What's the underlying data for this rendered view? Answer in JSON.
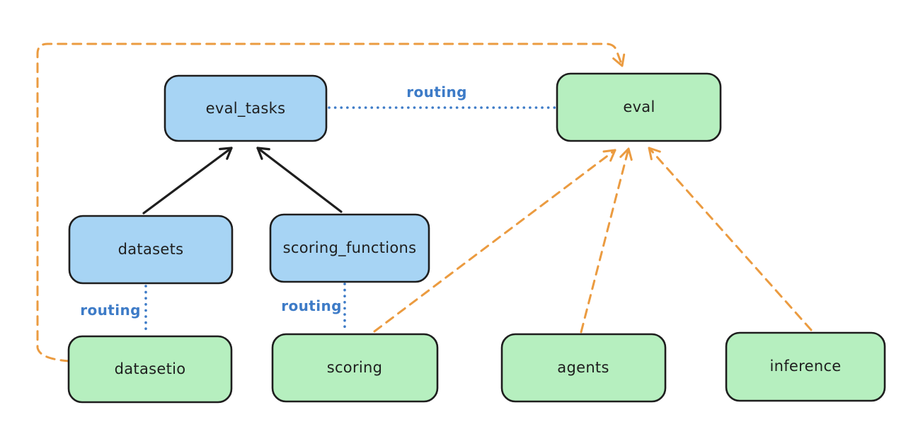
{
  "diagram": {
    "background": "#ffffff",
    "colors": {
      "node_stroke": "#1e1e1e",
      "api_blue_fill": "#a7d4f4",
      "provider_green_fill": "#b6efbf",
      "routing_blue": "#3d7bc7",
      "arrow_black": "#1e1e1e",
      "arrow_orange": "#eb9b40"
    },
    "nodes": {
      "eval_tasks": {
        "label": "eval_tasks",
        "fill": "#a7d4f4"
      },
      "eval": {
        "label": "eval",
        "fill": "#b6efbf"
      },
      "datasets": {
        "label": "datasets",
        "fill": "#a7d4f4"
      },
      "scoring_functions": {
        "label": "scoring_functions",
        "fill": "#a7d4f4"
      },
      "datasetio": {
        "label": "datasetio",
        "fill": "#b6efbf"
      },
      "scoring": {
        "label": "scoring",
        "fill": "#b6efbf"
      },
      "agents": {
        "label": "agents",
        "fill": "#b6efbf"
      },
      "inference": {
        "label": "inference",
        "fill": "#b6efbf"
      }
    },
    "edges": [
      {
        "from": "datasets",
        "to": "eval_tasks",
        "style": "solid-arrow",
        "color": "#1e1e1e",
        "label": ""
      },
      {
        "from": "scoring_functions",
        "to": "eval_tasks",
        "style": "solid-arrow",
        "color": "#1e1e1e",
        "label": ""
      },
      {
        "from": "eval_tasks",
        "to": "eval",
        "style": "dotted-line",
        "color": "#3d7bc7",
        "label": "routing"
      },
      {
        "from": "datasets",
        "to": "datasetio",
        "style": "dotted-line",
        "color": "#3d7bc7",
        "label": "routing"
      },
      {
        "from": "scoring_functions",
        "to": "scoring",
        "style": "dotted-line",
        "color": "#3d7bc7",
        "label": "routing"
      },
      {
        "from": "datasetio",
        "to": "eval",
        "style": "dashed-arrow",
        "color": "#eb9b40",
        "label": ""
      },
      {
        "from": "scoring",
        "to": "eval",
        "style": "dashed-arrow",
        "color": "#eb9b40",
        "label": ""
      },
      {
        "from": "agents",
        "to": "eval",
        "style": "dashed-arrow",
        "color": "#eb9b40",
        "label": ""
      },
      {
        "from": "inference",
        "to": "eval",
        "style": "dashed-arrow",
        "color": "#eb9b40",
        "label": ""
      }
    ]
  }
}
